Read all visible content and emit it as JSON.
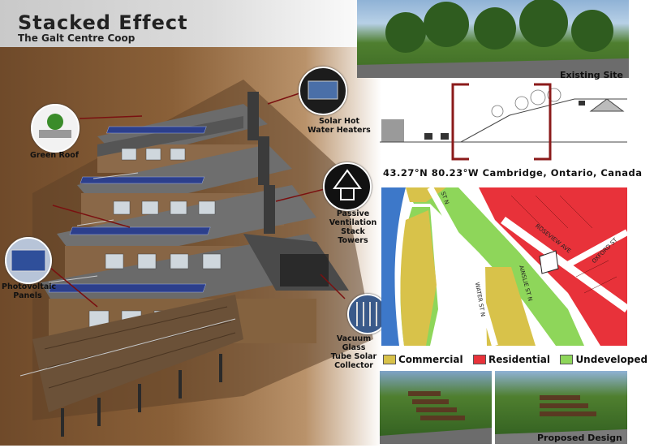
{
  "header": {
    "title": "Stacked Effect",
    "subtitle": "The Galt Centre Coop"
  },
  "callouts": {
    "green_roof": "Green Roof",
    "solar_hot_water": [
      "Solar Hot",
      "Water Heaters"
    ],
    "passive_ventilation": [
      "Passive",
      "Ventilation",
      "Stack Towers"
    ],
    "photovoltaic": [
      "Photovoltaic",
      "Panels"
    ],
    "vacuum_glass": [
      "Vacuum Glass",
      "Tube Solar",
      "Collector"
    ]
  },
  "existing_site": {
    "caption": "Existing Site"
  },
  "location": {
    "coordinates": "43.27°N 80.23°W Cambridge, Ontario, Canada"
  },
  "map": {
    "streets": [
      "ROSEVIEW AVE",
      "OXFORD ST",
      "AINSLIE ST N",
      "WATER ST N",
      "ST N"
    ],
    "legend": [
      {
        "label": "Commercial",
        "color": "#d8c24a"
      },
      {
        "label": "Residential",
        "color": "#e8323a"
      },
      {
        "label": "Undeveloped",
        "color": "#8ed65a"
      }
    ]
  },
  "proposed": {
    "caption": "Proposed Design"
  },
  "colors": {
    "frame_red": "#8b1a1a",
    "callout_line": "#7a1010"
  }
}
